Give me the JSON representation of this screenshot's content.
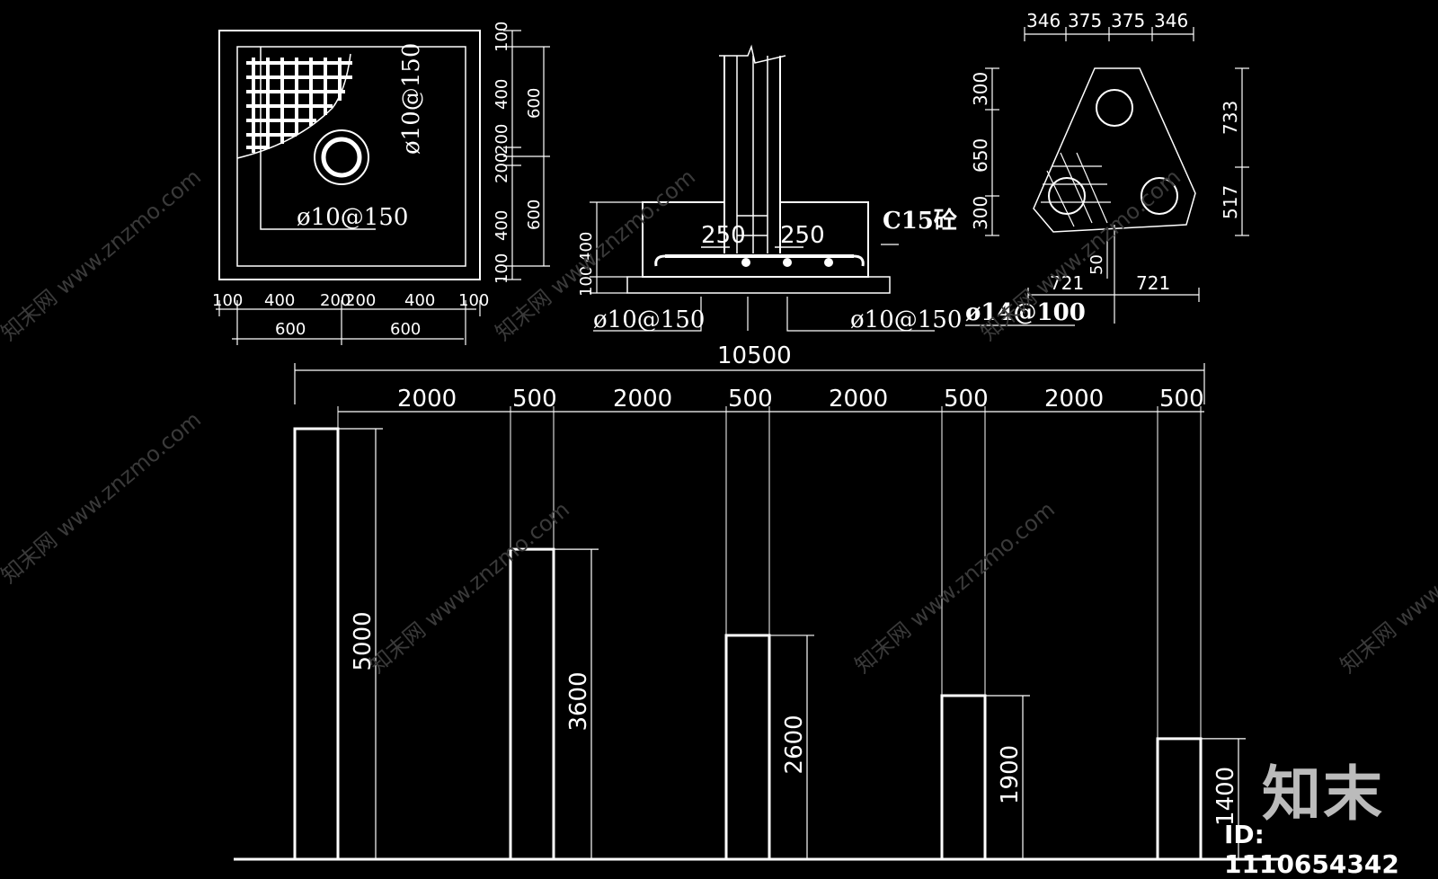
{
  "plan_view": {
    "rebar_top": "ø10@150",
    "rebar_bottom": "ø10@150",
    "dims_bottom_row": [
      "100",
      "400",
      "200",
      "200",
      "400",
      "100"
    ],
    "dims_bottom_total": [
      "600",
      "600"
    ],
    "dims_right_row": [
      "100",
      "400",
      "200",
      "200",
      "400",
      "100"
    ],
    "dims_right_total": [
      "600",
      "600"
    ]
  },
  "section_view": {
    "width_left": "250",
    "width_right": "250",
    "concrete_label": "C15砼",
    "height_base": "400",
    "height_pad": "100",
    "rebar_left": "ø10@150",
    "rebar_right": "ø10@150"
  },
  "triangle_view": {
    "top_dims": [
      "346",
      "375",
      "375",
      "346"
    ],
    "left_dims": [
      "300",
      "650",
      "300"
    ],
    "right_dims": [
      "733",
      "517"
    ],
    "bottom_dims": [
      "721",
      "721"
    ],
    "inner_dim": "50",
    "rebar": "ø14@100"
  },
  "elevation": {
    "total_width": "10500",
    "spacing_labels": [
      "2000",
      "500",
      "2000",
      "500",
      "2000",
      "500",
      "2000",
      "500"
    ],
    "columns": [
      {
        "height": 5000,
        "label": "5000"
      },
      {
        "height": 3600,
        "label": "3600"
      },
      {
        "height": 2600,
        "label": "2600"
      },
      {
        "height": 1900,
        "label": "1900"
      },
      {
        "height": 1400,
        "label": "1400"
      }
    ]
  },
  "watermark": {
    "text": "知末网 www.znzmo.com",
    "brand": "知末",
    "id_label": "ID: 1110654342"
  }
}
